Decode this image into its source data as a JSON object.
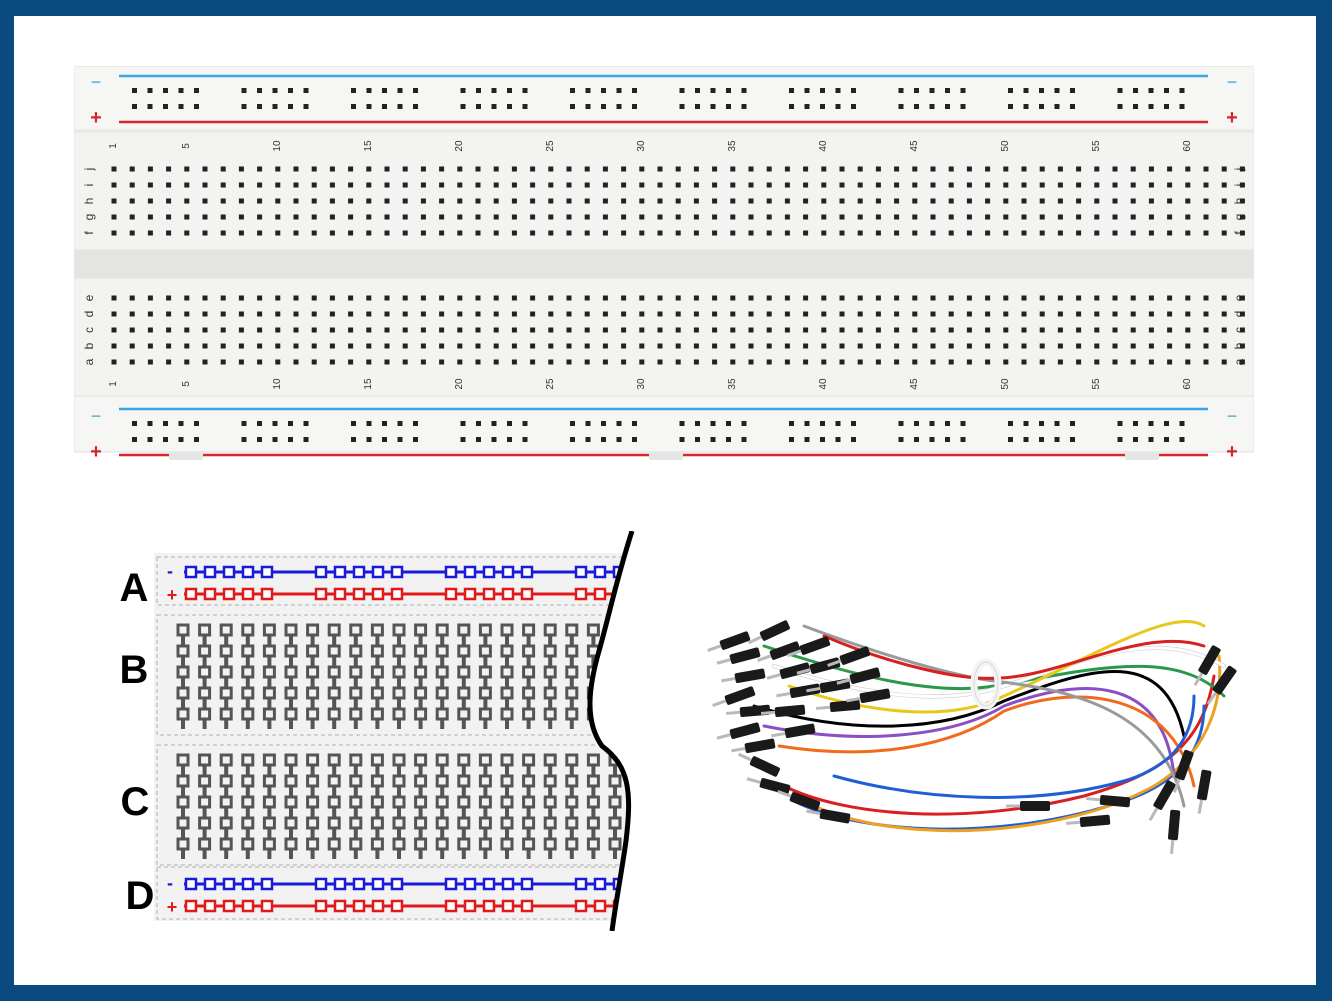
{
  "photo": {
    "rail_minus": "−",
    "rail_plus": "+",
    "column_numbers": [
      "1",
      "5",
      "10",
      "15",
      "20",
      "25",
      "30",
      "35",
      "40",
      "45",
      "50",
      "55",
      "60"
    ],
    "rows_top": [
      "j",
      "i",
      "h",
      "g",
      "f"
    ],
    "rows_bottom": [
      "e",
      "d",
      "c",
      "b",
      "a"
    ]
  },
  "schematic": {
    "labels": {
      "A": "A",
      "B": "B",
      "C": "C",
      "D": "D"
    },
    "rail_minus": "-",
    "rail_plus": "+"
  },
  "colors": {
    "frame": "#0b4a7e",
    "rail_blue_photo": "#3aa7e0",
    "rail_red_photo": "#d6262e",
    "schematic_blue": "#1a1adb",
    "schematic_red": "#e01a1a",
    "strip_gray": "#555555"
  }
}
